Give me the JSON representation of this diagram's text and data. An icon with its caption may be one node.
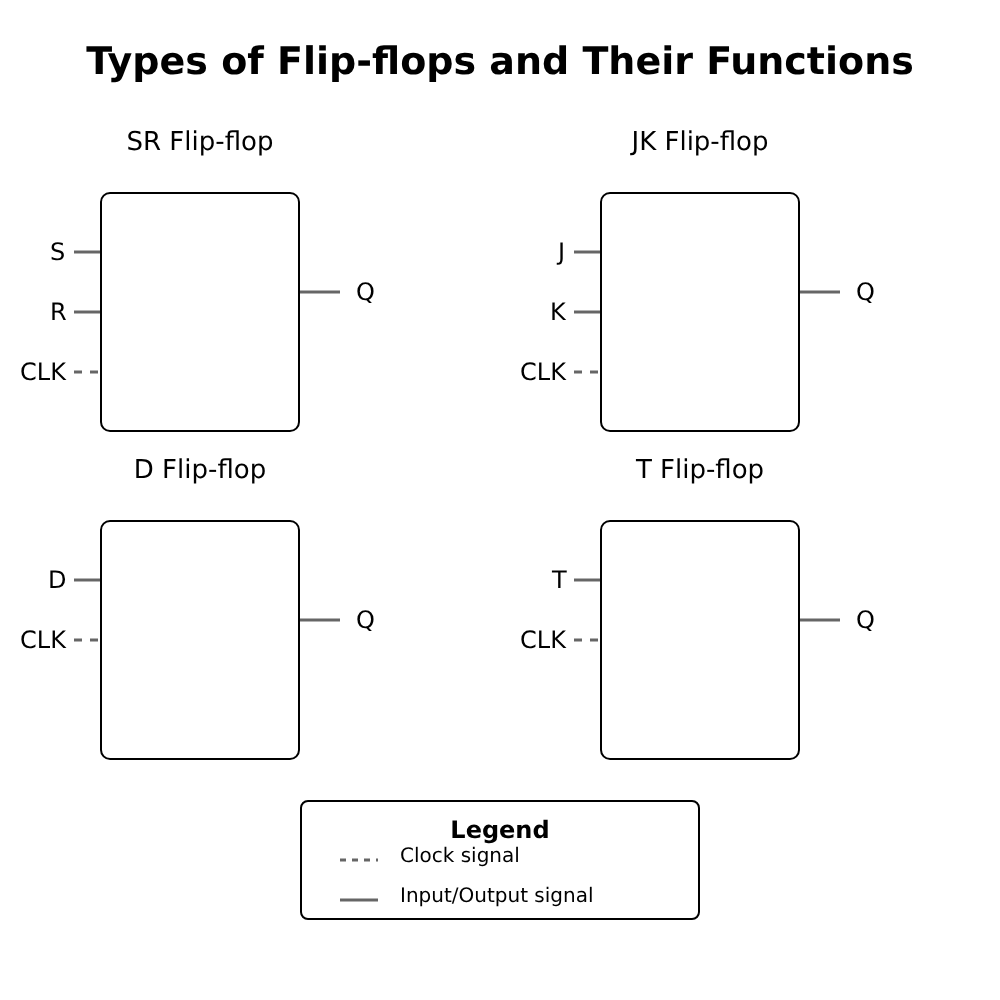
{
  "diagram": {
    "title": "Types of Flip-flops and Their Functions",
    "nodes": [
      {
        "text": [
          "SR Flip-flop"
        ]
      },
      {
        "text": [
          "S"
        ]
      },
      {
        "text": [
          "R"
        ]
      },
      {
        "text": [
          "CLK"
        ]
      },
      {
        "text": [
          "Q"
        ]
      },
      {
        "text": [
          "JK Flip-flop"
        ]
      },
      {
        "text": [
          "J"
        ]
      },
      {
        "text": [
          "K"
        ]
      },
      {
        "text": [
          "CLK"
        ]
      },
      {
        "text": [
          "Q"
        ]
      },
      {
        "text": [
          "D Flip-flop"
        ]
      },
      {
        "text": [
          "D"
        ]
      },
      {
        "text": [
          "CLK"
        ]
      },
      {
        "text": [
          "Q"
        ]
      },
      {
        "text": [
          "T Flip-flop"
        ]
      },
      {
        "text": [
          "T"
        ]
      },
      {
        "text": [
          "CLK"
        ]
      },
      {
        "text": [
          "Q"
        ]
      }
    ],
    "edges": [
      {
        "from": 1,
        "to": 0,
        "arrow": "none"
      },
      {
        "from": 2,
        "to": 0,
        "arrow": "none"
      },
      {
        "from": 3,
        "to": 0,
        "arrow": "none",
        "style": "dashed"
      },
      {
        "from": 0,
        "to": 4,
        "arrow": "none"
      },
      {
        "from": 6,
        "to": 5,
        "arrow": "none"
      },
      {
        "from": 7,
        "to": 5,
        "arrow": "none"
      },
      {
        "from": 8,
        "to": 5,
        "arrow": "none",
        "style": "dashed"
      },
      {
        "from": 5,
        "to": 9,
        "arrow": "none"
      },
      {
        "from": 11,
        "to": 10,
        "arrow": "none"
      },
      {
        "from": 12,
        "to": 10,
        "arrow": "none",
        "style": "dashed"
      },
      {
        "from": 10,
        "to": 13,
        "arrow": "none"
      },
      {
        "from": 15,
        "to": 14,
        "arrow": "none"
      },
      {
        "from": 16,
        "to": 14,
        "arrow": "none",
        "style": "dashed"
      },
      {
        "from": 14,
        "to": 17,
        "arrow": "none"
      }
    ],
    "labels": [
      "Legend"
    ],
    "legend": [
      {
        "text": "Clock signal"
      },
      {
        "text": "Input/Output signal"
      }
    ]
  }
}
